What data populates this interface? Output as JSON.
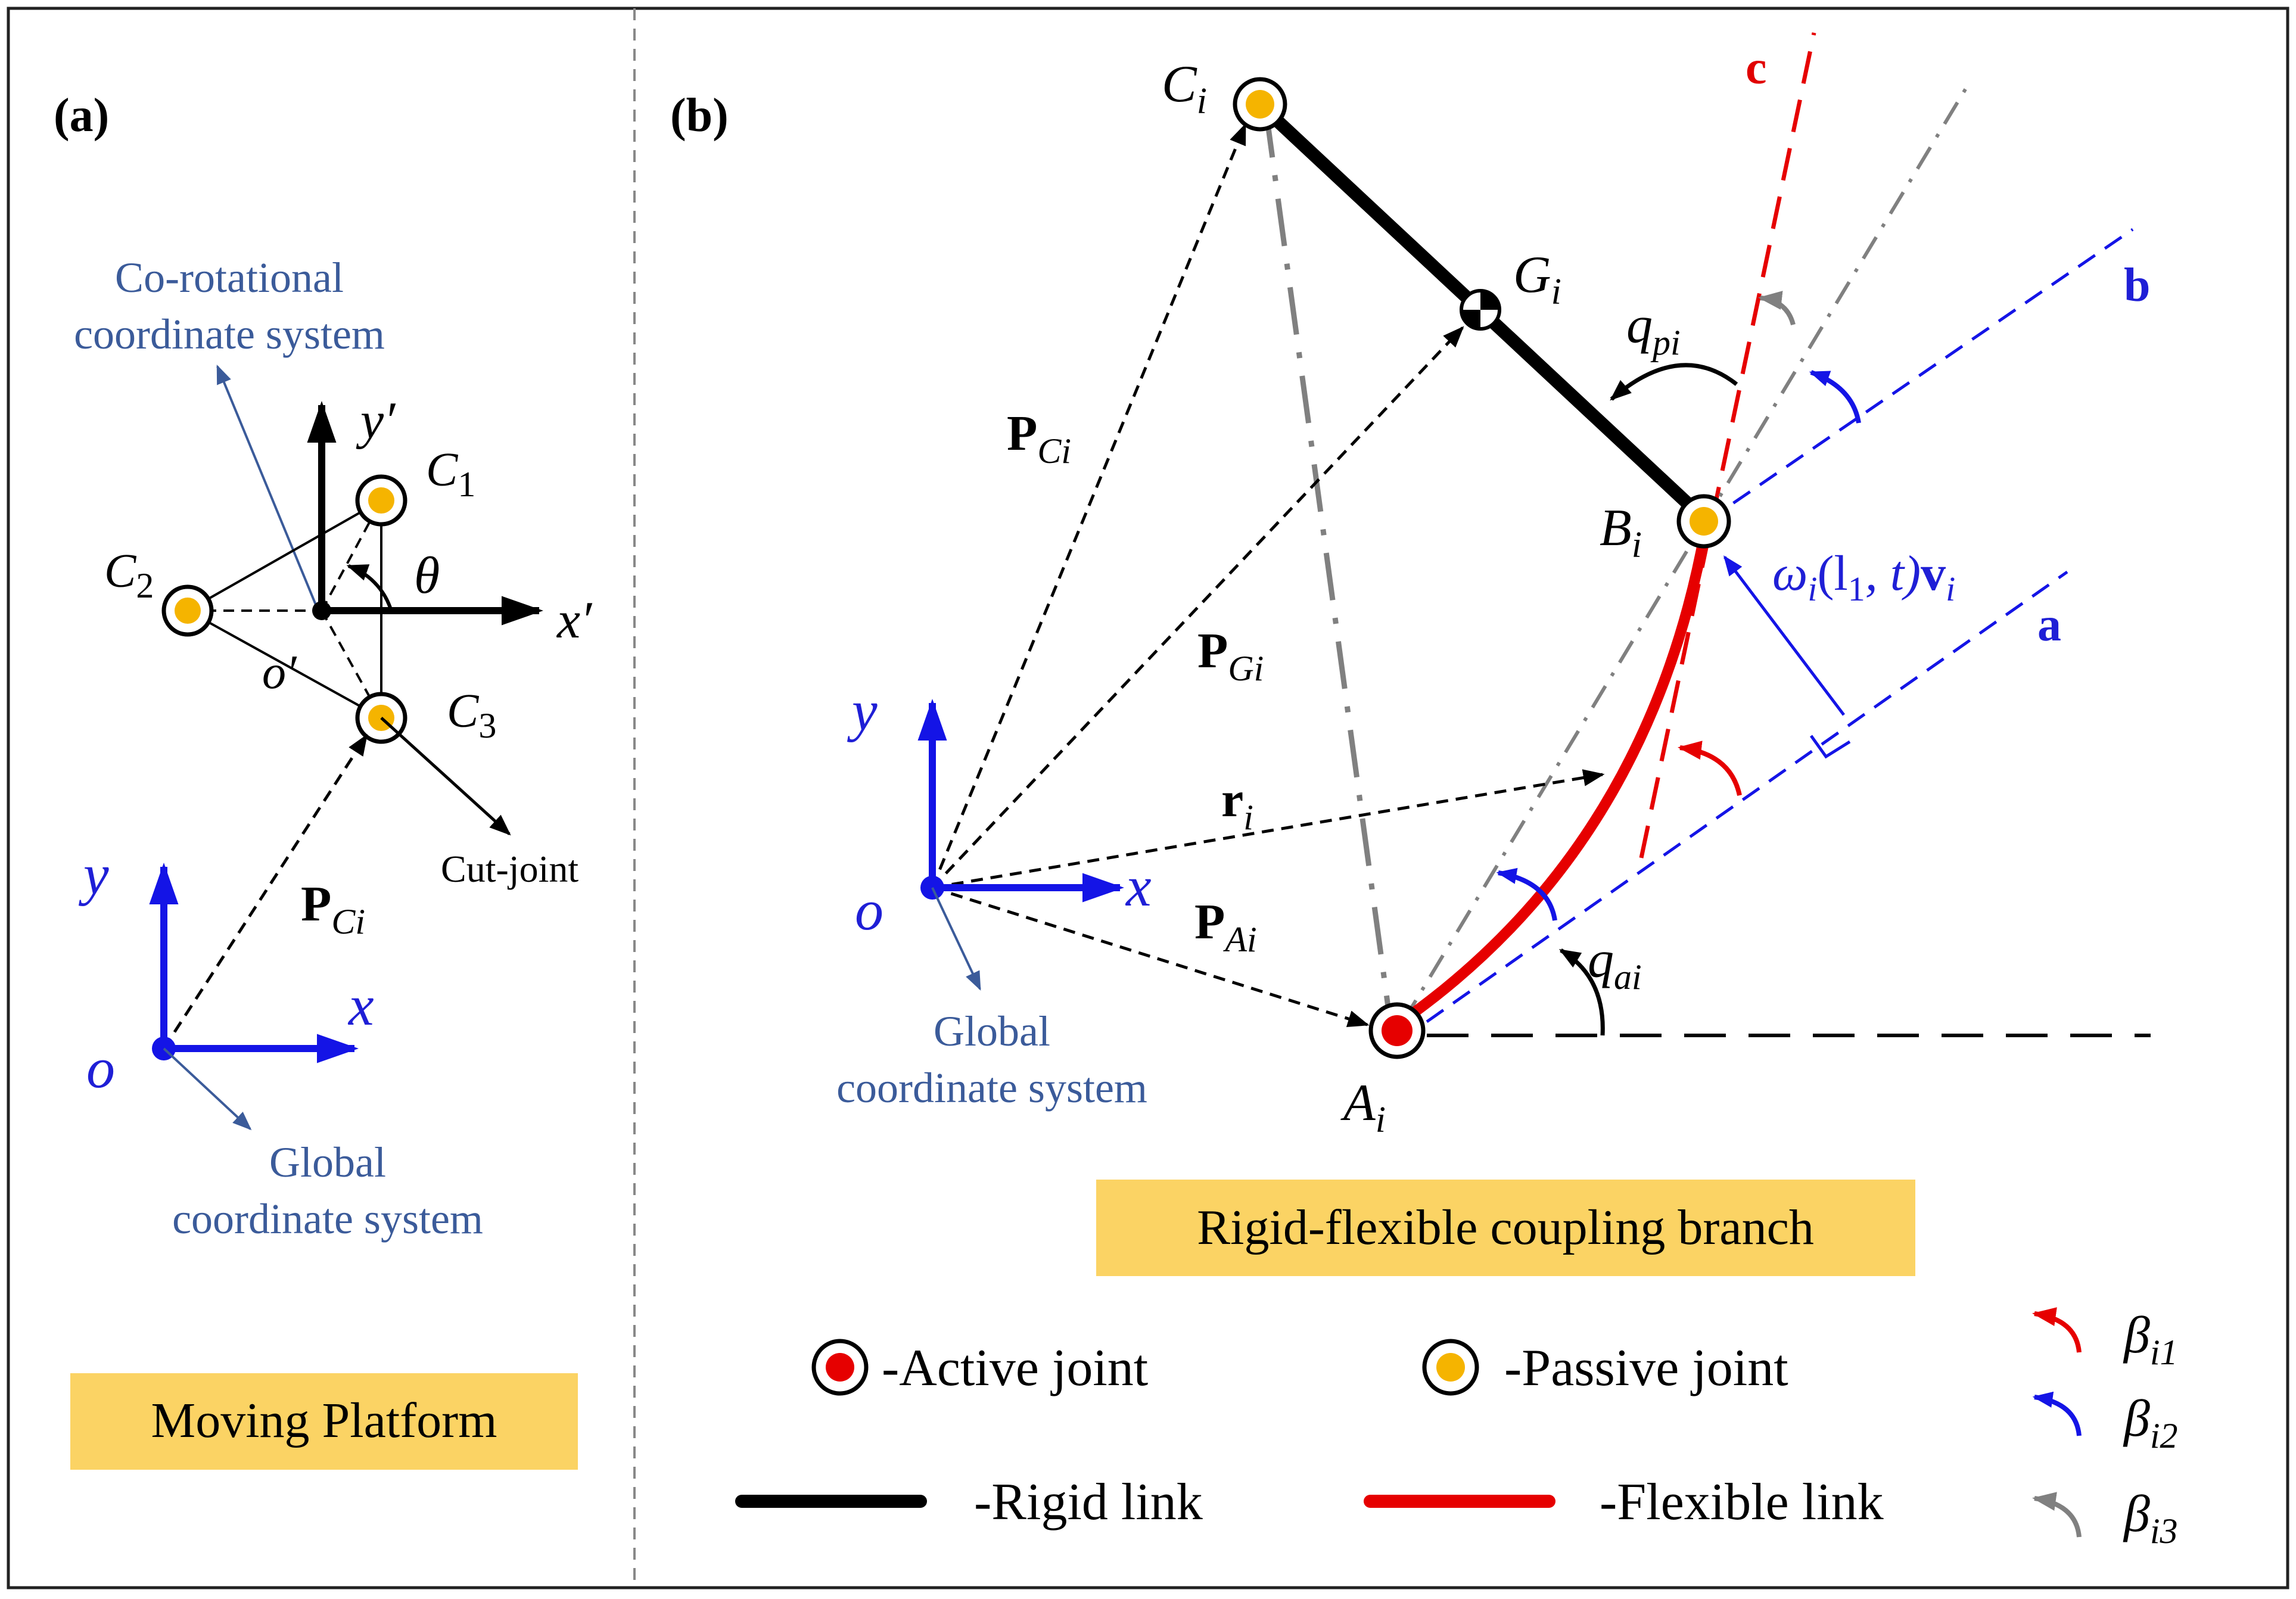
{
  "colors": {
    "blue": "#1414e6",
    "navy": "#3b5b9a",
    "red": "#e60000",
    "gray": "#808080",
    "gold_joint": "#f5b400",
    "box_fill": "#fbd364"
  },
  "panel_a": {
    "tag": "(a)",
    "corot_label_line1": "Co-rotational",
    "corot_label_line2": "coordinate system",
    "y_prime": "y′",
    "x_prime": "x′",
    "theta": "θ",
    "o_prime": "o′",
    "c1": "C",
    "c1_sub": "1",
    "c2": "C",
    "c2_sub": "2",
    "c3": "C",
    "c3_sub": "3",
    "cut_joint": "Cut-joint",
    "p_ci_main": "P",
    "p_ci_sub": "Ci",
    "y": "y",
    "x": "x",
    "o": "o",
    "global_line1": "Global",
    "global_line2": "coordinate system",
    "box_label": "Moving Platform"
  },
  "panel_b": {
    "tag": "(b)",
    "ci_main": "C",
    "ci_sub": "i",
    "gi_main": "G",
    "gi_sub": "i",
    "bi_main": "B",
    "bi_sub": "i",
    "ai_main": "A",
    "ai_sub": "i",
    "p_ci_main": "P",
    "p_ci_sub": "Ci",
    "p_gi_main": "P",
    "p_gi_sub": "Gi",
    "r_i_main": "r",
    "r_i_sub": "i",
    "p_ai_main": "P",
    "p_ai_sub": "Ai",
    "q_pi_main": "q",
    "q_pi_sub": "pi",
    "q_ai_main": "q",
    "q_ai_sub": "ai",
    "line_a": "a",
    "line_b": "b",
    "line_c": "c",
    "omega_w": "ω",
    "omega_i": "i",
    "omega_paren": "(l",
    "omega_one": "1",
    "omega_t": ", t)",
    "omega_v": "v",
    "omega_vi": "i",
    "y": "y",
    "x": "x",
    "o": "o",
    "global_line1": "Global",
    "global_line2": "coordinate system",
    "box_label": "Rigid-flexible coupling branch"
  },
  "legend": {
    "active_joint": "-Active joint",
    "passive_joint": "-Passive joint",
    "rigid_link": "-Rigid link",
    "flexible_link": "-Flexible link",
    "beta": "β",
    "beta1_sub": "i1",
    "beta2_sub": "i2",
    "beta3_sub": "i3"
  }
}
